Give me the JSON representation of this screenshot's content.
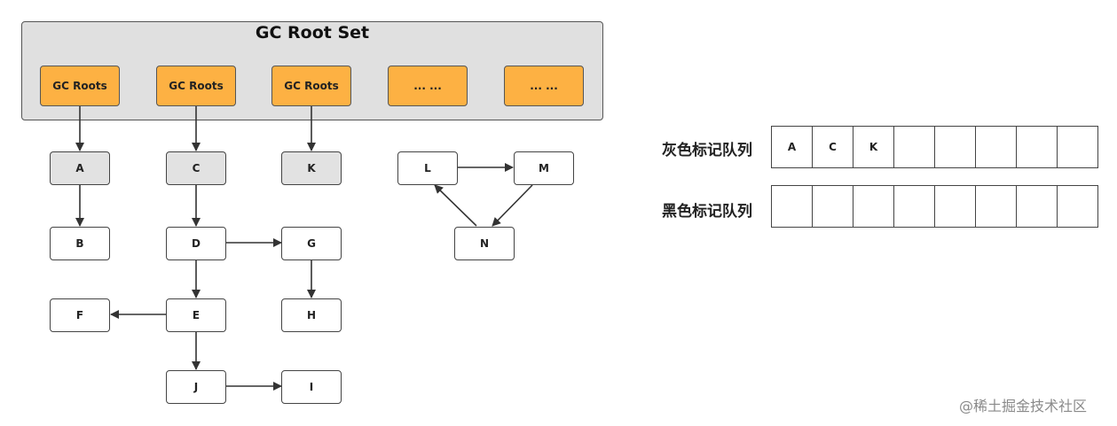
{
  "gc_root_set": {
    "title": "GC Root Set",
    "roots": [
      "GC Roots",
      "GC Roots",
      "GC Roots",
      "... ...",
      "... ..."
    ]
  },
  "nodes": {
    "A": "A",
    "B": "B",
    "C": "C",
    "D": "D",
    "E": "E",
    "F": "F",
    "G": "G",
    "H": "H",
    "I": "I",
    "J": "J",
    "K": "K",
    "L": "L",
    "M": "M",
    "N": "N"
  },
  "gray_nodes": [
    "A",
    "C",
    "K"
  ],
  "edges": [
    [
      "root0",
      "A"
    ],
    [
      "root1",
      "C"
    ],
    [
      "root2",
      "K"
    ],
    [
      "A",
      "B"
    ],
    [
      "C",
      "D"
    ],
    [
      "D",
      "G"
    ],
    [
      "D",
      "E"
    ],
    [
      "G",
      "H"
    ],
    [
      "E",
      "F"
    ],
    [
      "E",
      "J"
    ],
    [
      "J",
      "I"
    ],
    [
      "L",
      "M"
    ],
    [
      "M",
      "N"
    ],
    [
      "N",
      "L"
    ]
  ],
  "gray_queue": {
    "label": "灰色标记队列",
    "cells": [
      "A",
      "C",
      "K",
      "",
      "",
      "",
      "",
      ""
    ]
  },
  "black_queue": {
    "label": "黑色标记队列",
    "cells": [
      "",
      "",
      "",
      "",
      "",
      "",
      "",
      ""
    ]
  },
  "watermark": "@稀土掘金技术社区",
  "colors": {
    "root_fill": "#fdb143",
    "panel_fill": "#e0e0e0",
    "gray_node_fill": "#e2e2e2"
  }
}
